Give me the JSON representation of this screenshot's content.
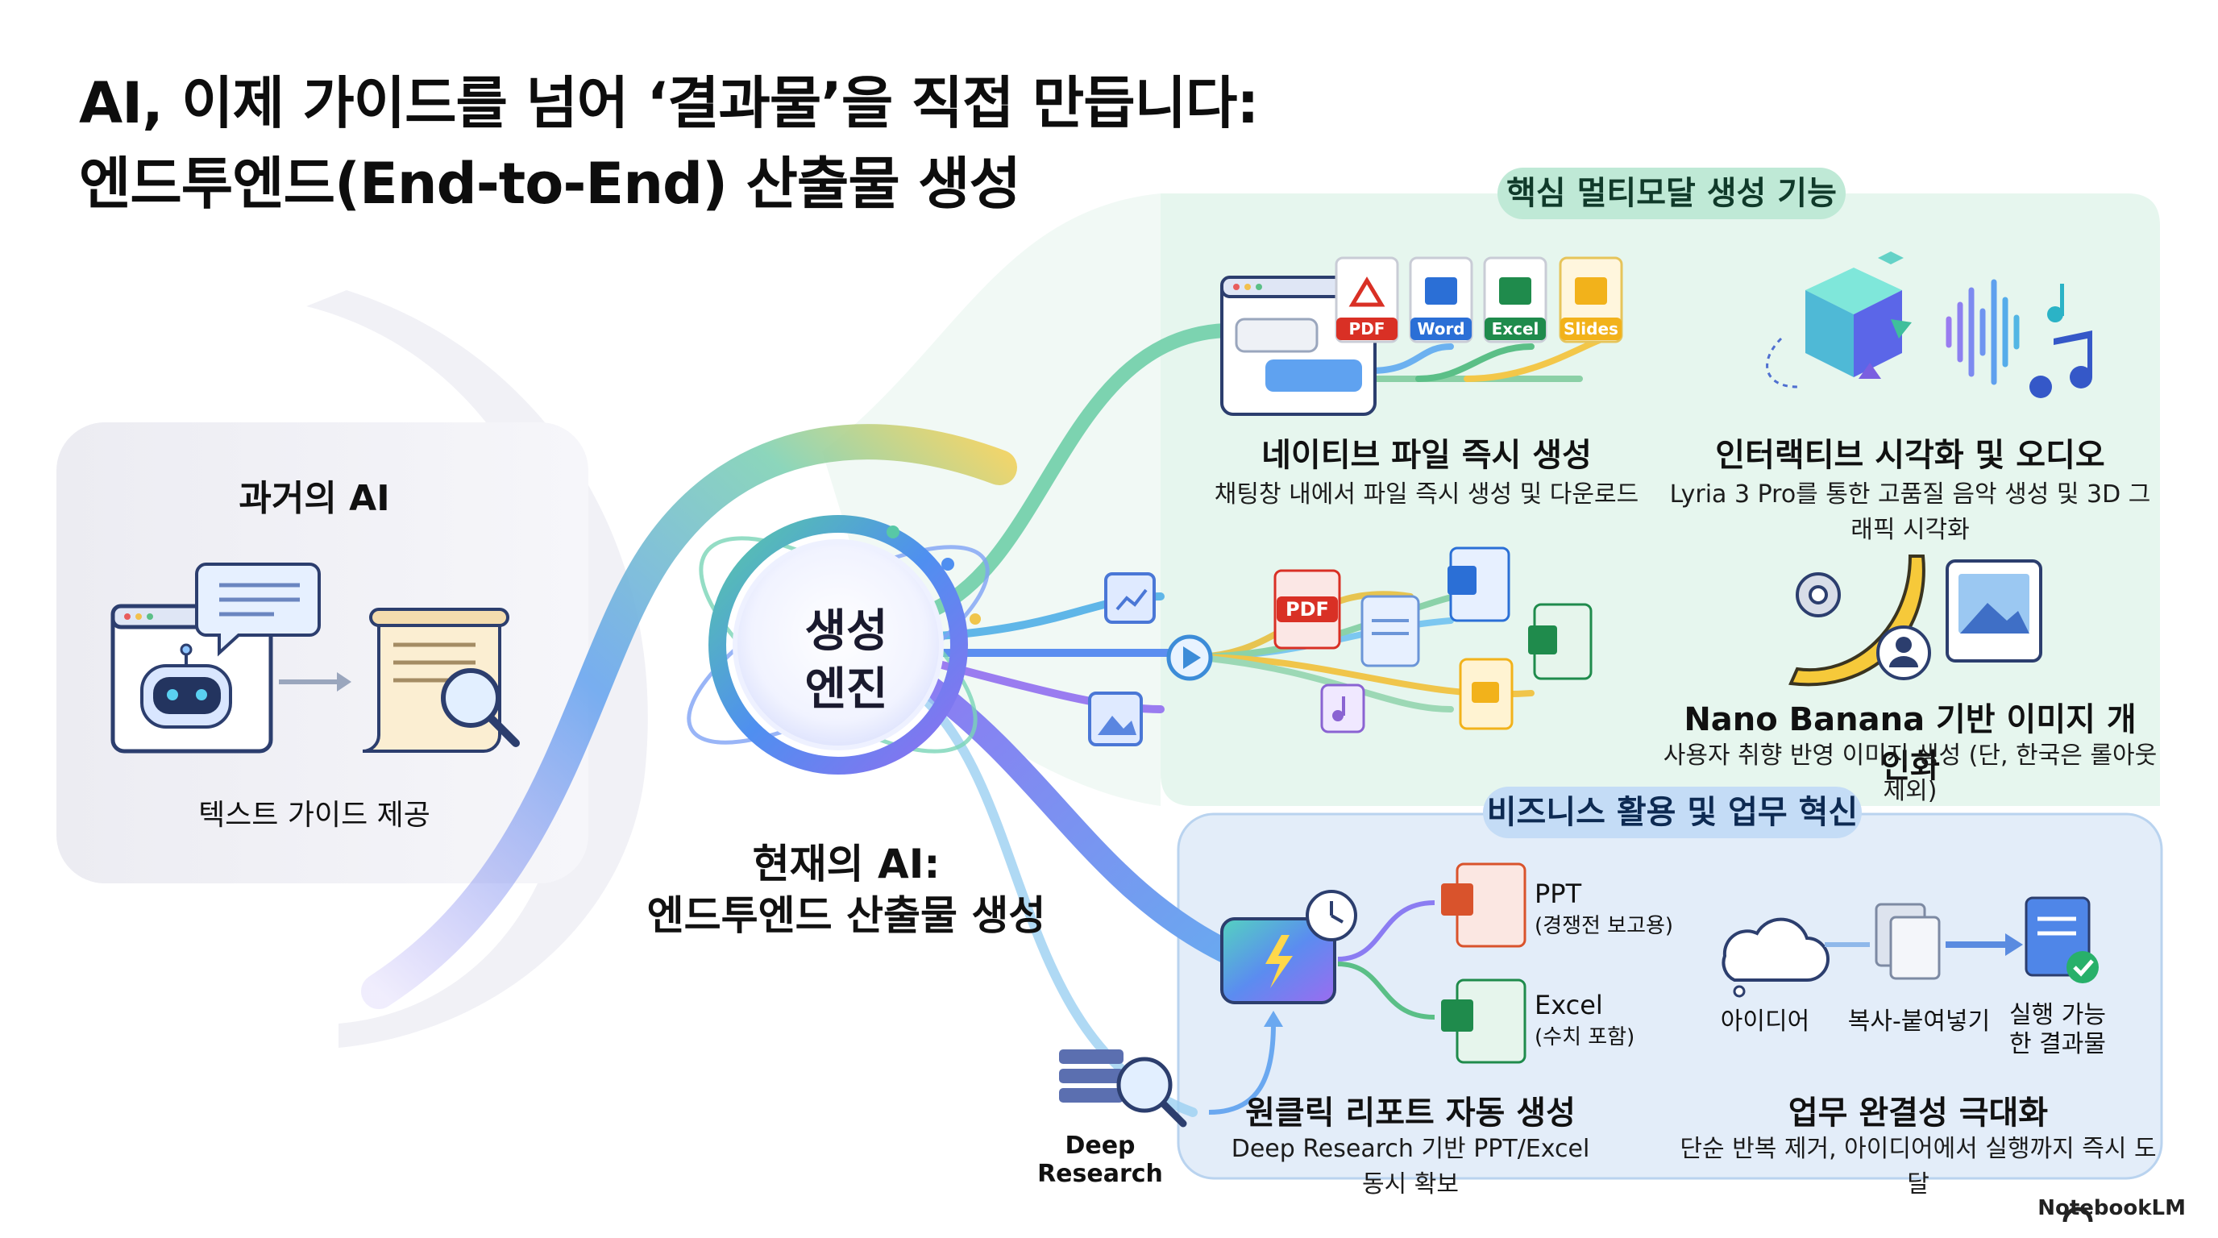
{
  "title": {
    "line1": "AI, 이제 가이드를 넘어 ‘결과물’을 직접 만듭니다:",
    "line2": "엔드투엔드(End-to-End) 산출물 생성"
  },
  "past": {
    "heading": "과거의 AI",
    "caption": "텍스트 가이드 제공"
  },
  "engine": {
    "line1": "생성",
    "line2": "엔진"
  },
  "present": {
    "line1": "현재의 AI:",
    "line2": "엔드투엔드 산출물 생성"
  },
  "multimodal": {
    "pill": "핵심 멀티모달 생성 기능",
    "native_files": {
      "title": "네이티브 파일 즉시 생성",
      "desc": "채팅창 내에서 파일 즉시 생성 및 다운로드",
      "tags": [
        "PDF",
        "Word",
        "Excel",
        "Slides"
      ]
    },
    "interactive": {
      "title": "인터랙티브 시각화 및 오디오",
      "desc": "Lyria 3 Pro를 통한 고품질 음악 생성 및 3D 그래픽 시각화"
    },
    "nano_banana": {
      "title": "Nano Banana 기반 이미지 개인화",
      "desc": "사용자 취향 반영 이미지 생성 (단, 한국은 롤아웃 제외)"
    }
  },
  "flow_icons": {
    "pdf": "PDF"
  },
  "business": {
    "pill": "비즈니스 활용 및 업무 혁신",
    "ppt": {
      "label": "PPT",
      "sub": "(경쟁전 보고용)"
    },
    "excel": {
      "label": "Excel",
      "sub": "(수치 포함)"
    },
    "deep_research": "Deep Research",
    "report": {
      "title": "원클릭 리포트 자동 생성",
      "desc": "Deep Research 기반 PPT/Excel 동시 확보"
    },
    "steps": [
      "아이디어",
      "복사-붙여넣기",
      "실행 가능한 결과물"
    ],
    "completion": {
      "title": "업무 완결성 극대화",
      "desc": "단순 반복 제거, 아이디어에서 실행까지 즉시 도달"
    }
  },
  "brand": "NotebookLM",
  "colors": {
    "green_panel": "#e4f5ec",
    "blue_panel": "#e2edf9",
    "past_panel": "#eeeef3",
    "pdf": "#d93025",
    "word": "#2b6fd6",
    "excel": "#1f8b4c",
    "slides": "#f2b21b"
  }
}
